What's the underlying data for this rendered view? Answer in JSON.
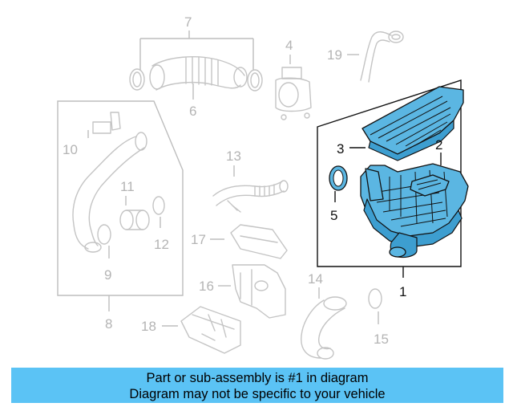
{
  "callouts": {
    "c1": "1",
    "c2": "2",
    "c3": "3",
    "c4": "4",
    "c5": "5",
    "c6": "6",
    "c7": "7",
    "c8": "8",
    "c9": "9",
    "c10": "10",
    "c11": "11",
    "c12": "12",
    "c13": "13",
    "c14": "14",
    "c15": "15",
    "c16": "16",
    "c17": "17",
    "c18": "18",
    "c19": "19"
  },
  "highlight_color": "#5bb6e2",
  "banner": {
    "line1": "Part or sub-assembly is #1 in diagram",
    "line2": "Diagram may not be specific to your vehicle",
    "background": "#5bc3f5"
  }
}
